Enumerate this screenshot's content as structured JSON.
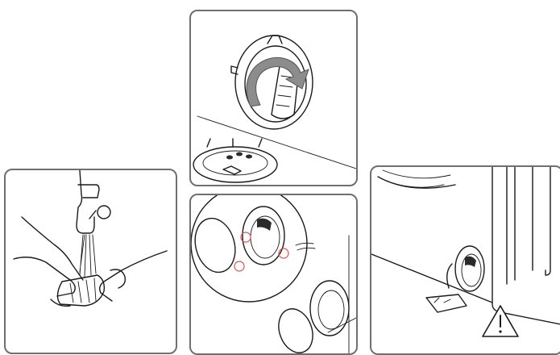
{
  "figure": {
    "panels": [
      {
        "id": "top",
        "step": "remove-filter-cap-rotate"
      },
      {
        "id": "left",
        "step": "rinse-filter-under-tap"
      },
      {
        "id": "middle",
        "step": "open-service-flap"
      },
      {
        "id": "right",
        "step": "drain-filter-location"
      }
    ],
    "icons": {
      "rotate_arrow": "rotate-arrow-icon",
      "warning": "warning-triangle-icon"
    },
    "colors": {
      "border": "#6f6f6f",
      "line": "#1a1a1a",
      "arrow": "#8c8c8c",
      "highlight": "#d9534f"
    }
  }
}
